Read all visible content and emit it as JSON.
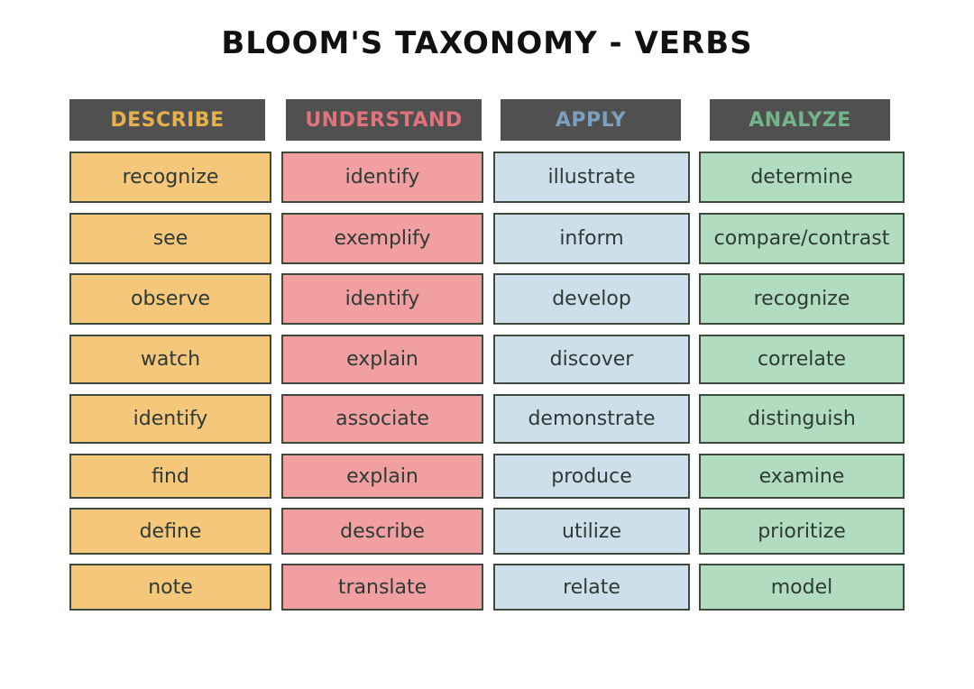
{
  "title": "BLOOM'S TAXONOMY - VERBS",
  "columns": [
    {
      "header": "DESCRIBE",
      "header_color": "#e8b04a",
      "cell_color": "#f4c77a",
      "verbs": [
        "recognize",
        "see",
        "observe",
        "watch",
        "identify",
        "find",
        "define",
        "note"
      ]
    },
    {
      "header": "UNDERSTAND",
      "header_color": "#e0737b",
      "cell_color": "#f19fa1",
      "verbs": [
        "identify",
        "exemplify",
        "identify",
        "explain",
        "associate",
        "explain",
        "describe",
        "translate"
      ]
    },
    {
      "header": "APPLY",
      "header_color": "#7d9fc0",
      "cell_color": "#cddfeb",
      "verbs": [
        "illustrate",
        "inform",
        "develop",
        "discover",
        "demonstrate",
        "produce",
        "utilize",
        "relate"
      ]
    },
    {
      "header": "ANALYZE",
      "header_color": "#73b48a",
      "cell_color": "#b2dcc0",
      "verbs": [
        "determine",
        "compare/contrast",
        "recognize",
        "correlate",
        "distinguish",
        "examine",
        "prioritize",
        "model"
      ]
    }
  ]
}
